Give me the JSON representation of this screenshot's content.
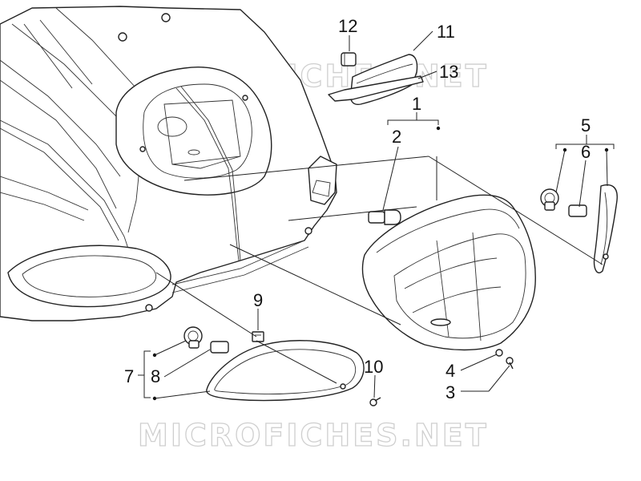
{
  "diagram": {
    "watermark_top": "MICROFICHES.NET",
    "watermark_bottom": "MICROFICHES.NET",
    "callouts": [
      {
        "id": "c1",
        "label": "1"
      },
      {
        "id": "c2",
        "label": "2"
      },
      {
        "id": "c3",
        "label": "3"
      },
      {
        "id": "c4",
        "label": "4"
      },
      {
        "id": "c5",
        "label": "5"
      },
      {
        "id": "c6",
        "label": "6"
      },
      {
        "id": "c7",
        "label": "7"
      },
      {
        "id": "c8",
        "label": "8"
      },
      {
        "id": "c9",
        "label": "9"
      },
      {
        "id": "c10",
        "label": "10"
      },
      {
        "id": "c11",
        "label": "11"
      },
      {
        "id": "c12",
        "label": "12"
      },
      {
        "id": "c13",
        "label": "13"
      }
    ]
  }
}
